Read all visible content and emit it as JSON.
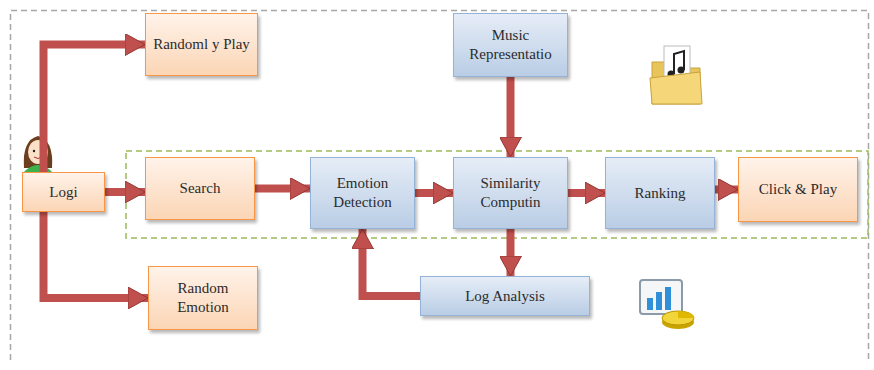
{
  "diagram": {
    "nodes": [
      {
        "text": [
          "Randoml y Play"
        ]
      },
      {
        "text": [
          "Music Representatio"
        ]
      },
      {
        "text": [
          "Logi"
        ]
      },
      {
        "text": [
          "Search"
        ]
      },
      {
        "text": [
          "Emotion Detection"
        ]
      },
      {
        "text": [
          "Similarity Computin"
        ]
      },
      {
        "text": [
          "Ranking"
        ]
      },
      {
        "text": [
          "Click & Play"
        ]
      },
      {
        "text": [
          "Random Emotion"
        ]
      },
      {
        "text": [
          "Log Analysis"
        ]
      }
    ],
    "edges": [
      {
        "from": 2,
        "to": 0,
        "arrow": "to"
      },
      {
        "from": 2,
        "to": 3,
        "arrow": "to"
      },
      {
        "from": 2,
        "to": 8,
        "arrow": "to"
      },
      {
        "from": 3,
        "to": 4,
        "arrow": "to"
      },
      {
        "from": 4,
        "to": 5,
        "arrow": "to"
      },
      {
        "from": 1,
        "to": 5,
        "arrow": "to"
      },
      {
        "from": 5,
        "to": 6,
        "arrow": "to"
      },
      {
        "from": 6,
        "to": 7,
        "arrow": "to"
      },
      {
        "from": 5,
        "to": 9,
        "arrow": "to"
      },
      {
        "from": 9,
        "to": 4,
        "arrow": "to"
      }
    ]
  }
}
